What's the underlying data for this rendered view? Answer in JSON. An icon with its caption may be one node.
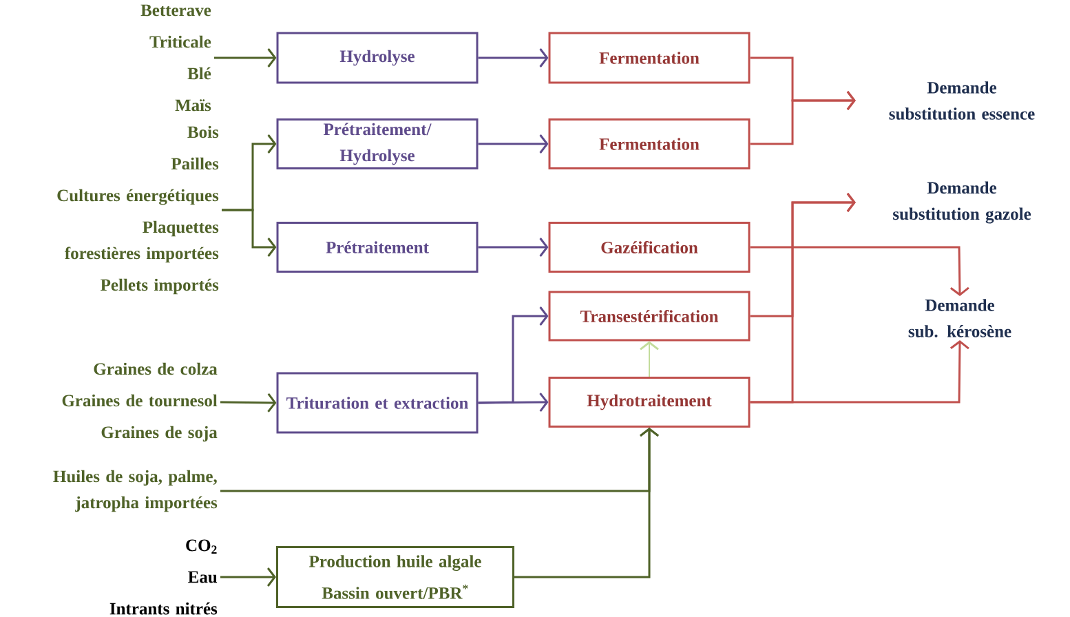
{
  "diagram": {
    "nodes": [
      {
        "text": [
          "Betterave",
          "Triticale",
          "Blé",
          "Maïs"
        ]
      },
      {
        "text": [
          "Hydrolyse"
        ]
      },
      {
        "text": [
          "Fermentation"
        ]
      },
      {
        "text": [
          "Bois",
          "Pailles",
          "Cultures énergétiques",
          "Plaquettes forestières importées",
          "Pellets importés"
        ]
      },
      {
        "text": [
          "Prétraitement/ Hydrolyse"
        ]
      },
      {
        "text": [
          "Fermentation"
        ]
      },
      {
        "text": [
          "Prétraitement"
        ]
      },
      {
        "text": [
          "Gazéification"
        ]
      },
      {
        "text": [
          "Transestérification"
        ]
      },
      {
        "text": [
          "Graines de colza",
          "Graines de tournesol",
          "Graines de soja"
        ]
      },
      {
        "text": [
          "Trituration et extraction"
        ]
      },
      {
        "text": [
          "Hydrotraitement"
        ]
      },
      {
        "text": [
          "Huiles de soja, palme, jatropha importées"
        ]
      },
      {
        "text": [
          "CO$_{2}$",
          "Eau",
          "Intrants nitrés"
        ]
      },
      {
        "text": [
          "Production huile algale",
          "Bassin ouvert/PBR$^{*}$"
        ]
      },
      {
        "text": [
          "Demande substitution essence"
        ]
      },
      {
        "text": [
          "Demande substitution gazole"
        ]
      },
      {
        "text": [
          "Demande sub. kérosène"
        ]
      }
    ],
    "edges": [
      {
        "from": 0,
        "to": 1,
        "arrow": "to",
        "color": "#4f6228"
      },
      {
        "from": 1,
        "to": 2,
        "arrow": "to",
        "color": "#5e4b8b"
      },
      {
        "from": 3,
        "to": 4,
        "arrow": "to",
        "color": "#4f6228"
      },
      {
        "from": 3,
        "to": 6,
        "arrow": "to",
        "color": "#4f6228"
      },
      {
        "from": 4,
        "to": 5,
        "arrow": "to",
        "color": "#5e4b8b"
      },
      {
        "from": 6,
        "to": 7,
        "arrow": "to",
        "color": "#5e4b8b"
      },
      {
        "from": 2,
        "to": 15,
        "arrow": "to",
        "color": "#c0504d"
      },
      {
        "from": 5,
        "to": 15,
        "arrow": "to",
        "color": "#c0504d"
      },
      {
        "from": 7,
        "to": 17,
        "arrow": "to",
        "color": "#c0504d"
      },
      {
        "from": 8,
        "to": 16,
        "arrow": "to",
        "color": "#c0504d"
      },
      {
        "from": 11,
        "to": 16,
        "arrow": "to",
        "color": "#c0504d"
      },
      {
        "from": 11,
        "to": 17,
        "arrow": "to",
        "color": "#c0504d"
      },
      {
        "from": 9,
        "to": 10,
        "arrow": "to",
        "color": "#4f6228"
      },
      {
        "from": 10,
        "to": 8,
        "arrow": "to",
        "color": "#5e4b8b"
      },
      {
        "from": 10,
        "to": 11,
        "arrow": "to",
        "color": "#5e4b8b"
      },
      {
        "from": 11,
        "to": 8,
        "arrow": "to",
        "color": "#c3dc9b"
      },
      {
        "from": 12,
        "to": 11,
        "arrow": "to",
        "color": "#4f6228"
      },
      {
        "from": 14,
        "to": 11,
        "arrow": "to",
        "color": "#4f6228"
      },
      {
        "from": 13,
        "to": 14,
        "arrow": "to",
        "color": "#4f6228"
      }
    ]
  }
}
